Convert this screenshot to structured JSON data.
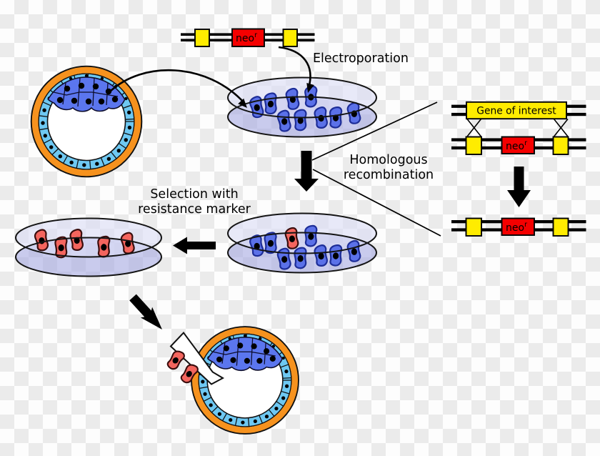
{
  "labels": {
    "electroporation": "Electroporation",
    "homologous_line1": "Homologous",
    "homologous_line2": "recombination",
    "selection_line1": "Selection with",
    "selection_line2": "resistance marker",
    "gene_of_interest": "Gene of interest",
    "neo": "neo",
    "neo_sup": "r"
  },
  "colors": {
    "marker_box_yellow": "#ffec00",
    "neo_box_red": "#f40000",
    "es_cell_blue": "#5b71e8",
    "es_cell_stroke": "#1d2d97",
    "targeted_cell_red": "#f4655e",
    "dish_fill_lavender": "#c9ccee",
    "blastocyst_ring_orange": "#f6921e",
    "trophoblast_blue": "#6ec8f2",
    "inner_cell_mass_blue": "#5b76ee",
    "line_black": "#000000",
    "checker_light": "#fdfdfd",
    "checker_dark": "#ebebeb"
  },
  "cells": {
    "dish_top_blue": 9,
    "dish_middle_blue": 8,
    "dish_middle_red": 1,
    "dish_selected_red": 5,
    "pipette_red": 2
  }
}
